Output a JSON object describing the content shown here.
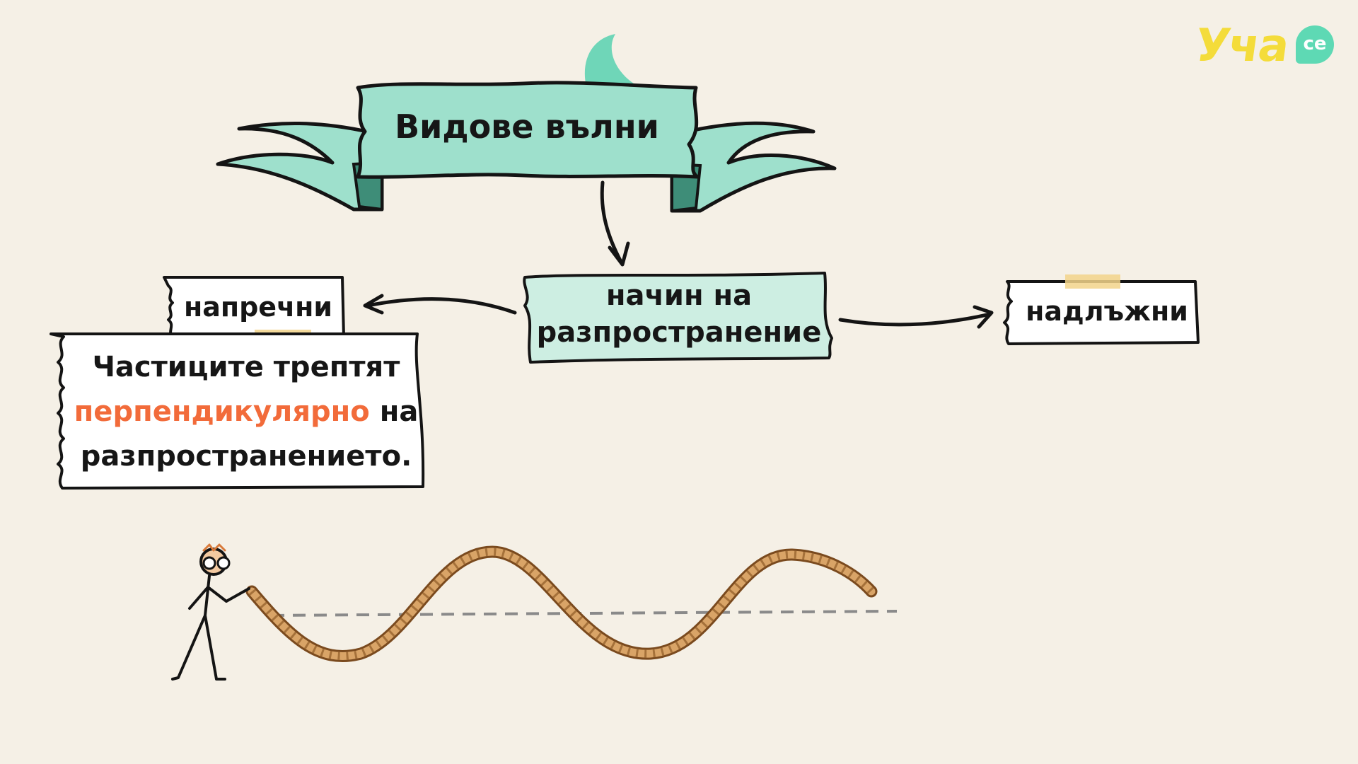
{
  "title": "Видове вълни",
  "method": {
    "line1": "начин на",
    "line2": "разпространение"
  },
  "transverse": "напречни",
  "longitudinal": "надлъжни",
  "description": {
    "line1": "Частиците трептят",
    "highlight": "перпендикулярно",
    "line2_rest": " на",
    "line3": "разпространението."
  },
  "logo": {
    "main": "Уча",
    "badge": "се"
  },
  "colors": {
    "background": "#f5f0e6",
    "banner": "#9ee0cc",
    "banner_dark": "#3e8d78",
    "method_box": "#cdeee2",
    "accent_text": "#f26b3a",
    "rope": "#d9a467",
    "tape": "#f2d48a",
    "logo_yellow": "#f4dc3a",
    "logo_green": "#5ed9b4"
  }
}
